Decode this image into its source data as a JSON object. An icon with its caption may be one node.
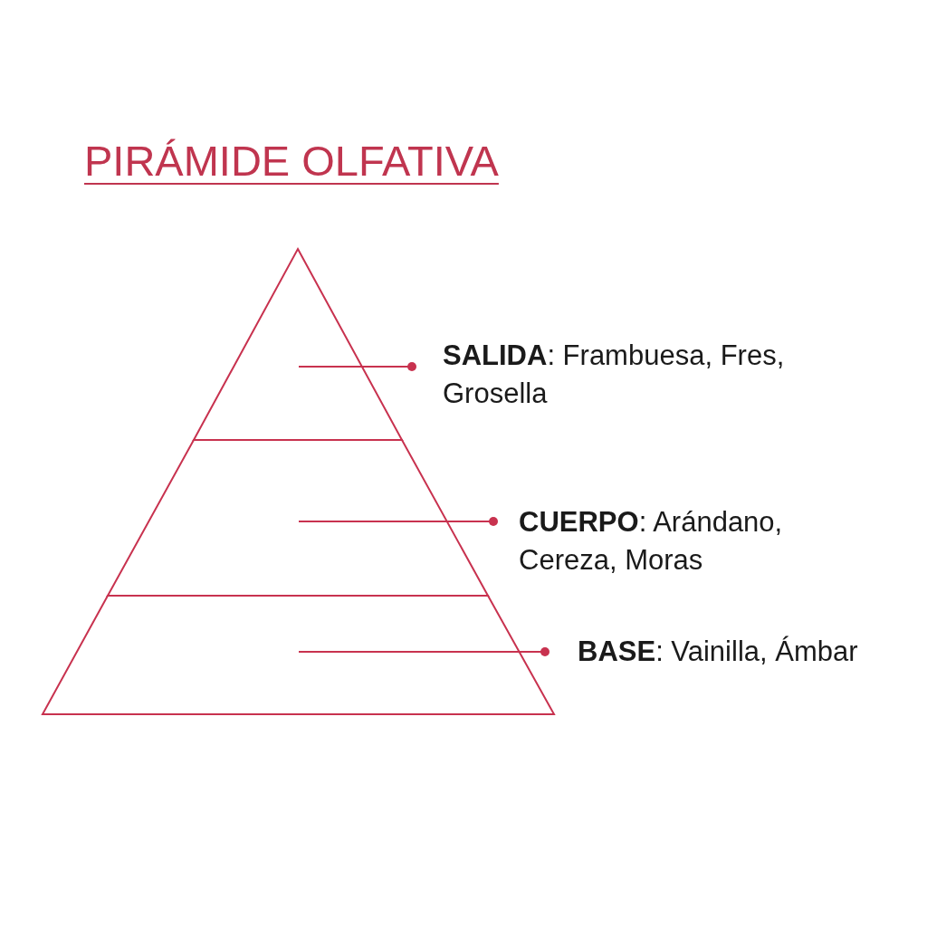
{
  "diagram": {
    "title": "PIRÁMIDE OLFATIVA",
    "nodes": [
      {
        "text": [],
        "shape": "triangle"
      },
      {
        "text": [],
        "shape": "trapezoid"
      },
      {
        "text": [],
        "shape": "trapezoid"
      },
      {
        "text": [
          "**SALIDA**: Frambuesa, Fres, Grosella"
        ]
      },
      {
        "text": [
          "**CUERPO**: Arándano, Cereza, Moras"
        ]
      },
      {
        "text": [
          "**BASE**: Vainilla, Ámbar"
        ]
      }
    ],
    "edges": [
      {
        "from": 3,
        "to": 0,
        "arrow": "other"
      },
      {
        "from": 4,
        "to": 1,
        "arrow": "other"
      },
      {
        "from": 5,
        "to": 2,
        "arrow": "other"
      }
    ]
  }
}
